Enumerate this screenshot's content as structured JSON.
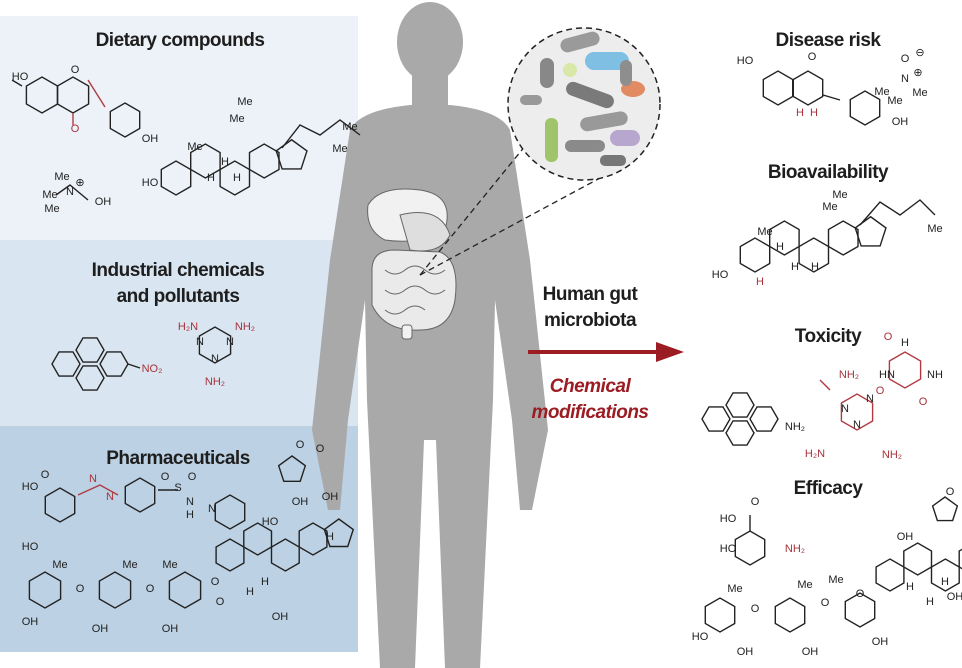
{
  "left": {
    "dietary": {
      "title": "Dietary compounds",
      "atoms": [
        "HO",
        "O",
        "O",
        "OH",
        "Me",
        "N",
        "⊕",
        "Me",
        "Me",
        "OH",
        "Me",
        "Me",
        "Me",
        "H",
        "H",
        "H",
        "Me",
        "Me",
        "HO"
      ]
    },
    "industrial": {
      "title_line1": "Industrial chemicals",
      "title_line2": "and pollutants",
      "atoms": [
        "NO₂",
        "H₂N",
        "NH₂",
        "NH₂",
        "N",
        "N",
        "N"
      ]
    },
    "pharma": {
      "title": "Pharmaceuticals",
      "atoms": [
        "HO",
        "O",
        "HO",
        "N",
        "N",
        "O",
        "S",
        "O",
        "N",
        "H",
        "N",
        "OH",
        "Me",
        "Me",
        "Me",
        "O",
        "O",
        "O",
        "OH",
        "OH",
        "OH",
        "O",
        "OH",
        "H",
        "H",
        "H",
        "O",
        "O",
        "HO",
        "OH"
      ]
    }
  },
  "center": {
    "label_line1": "Human gut",
    "label_line2": "microbiota",
    "modifications_line1": "Chemical",
    "modifications_line2": "modifications"
  },
  "right": {
    "disease_risk": {
      "title": "Disease risk",
      "atoms": [
        "HO",
        "O",
        "H",
        "H",
        "OH",
        "O",
        "⊖",
        "N",
        "⊕",
        "Me",
        "Me",
        "Me"
      ]
    },
    "bioavailability": {
      "title": "Bioavailability",
      "atoms": [
        "Me",
        "Me",
        "Me",
        "H",
        "H",
        "H",
        "Me",
        "HO",
        "H"
      ]
    },
    "toxicity": {
      "title": "Toxicity",
      "atoms": [
        "NH₂",
        "NH₂",
        "H₂N",
        "NH₂",
        "N",
        "N",
        "N",
        "O",
        "O",
        "O",
        "H",
        "NH",
        "HN"
      ]
    },
    "efficacy": {
      "title": "Efficacy",
      "atoms": [
        "HO",
        "O",
        "HO",
        "NH₂",
        "OH",
        "Me",
        "Me",
        "Me",
        "O",
        "O",
        "HO",
        "OH",
        "OH",
        "OH",
        "H",
        "H",
        "H",
        "O",
        "O",
        "OH"
      ]
    }
  },
  "colors": {
    "panel_top": "#edf2f8",
    "panel_mid": "#d9e5f0",
    "panel_bottom": "#bcd1e3",
    "silhouette": "#a9a9a9",
    "accent_red": "#9b1c22"
  }
}
